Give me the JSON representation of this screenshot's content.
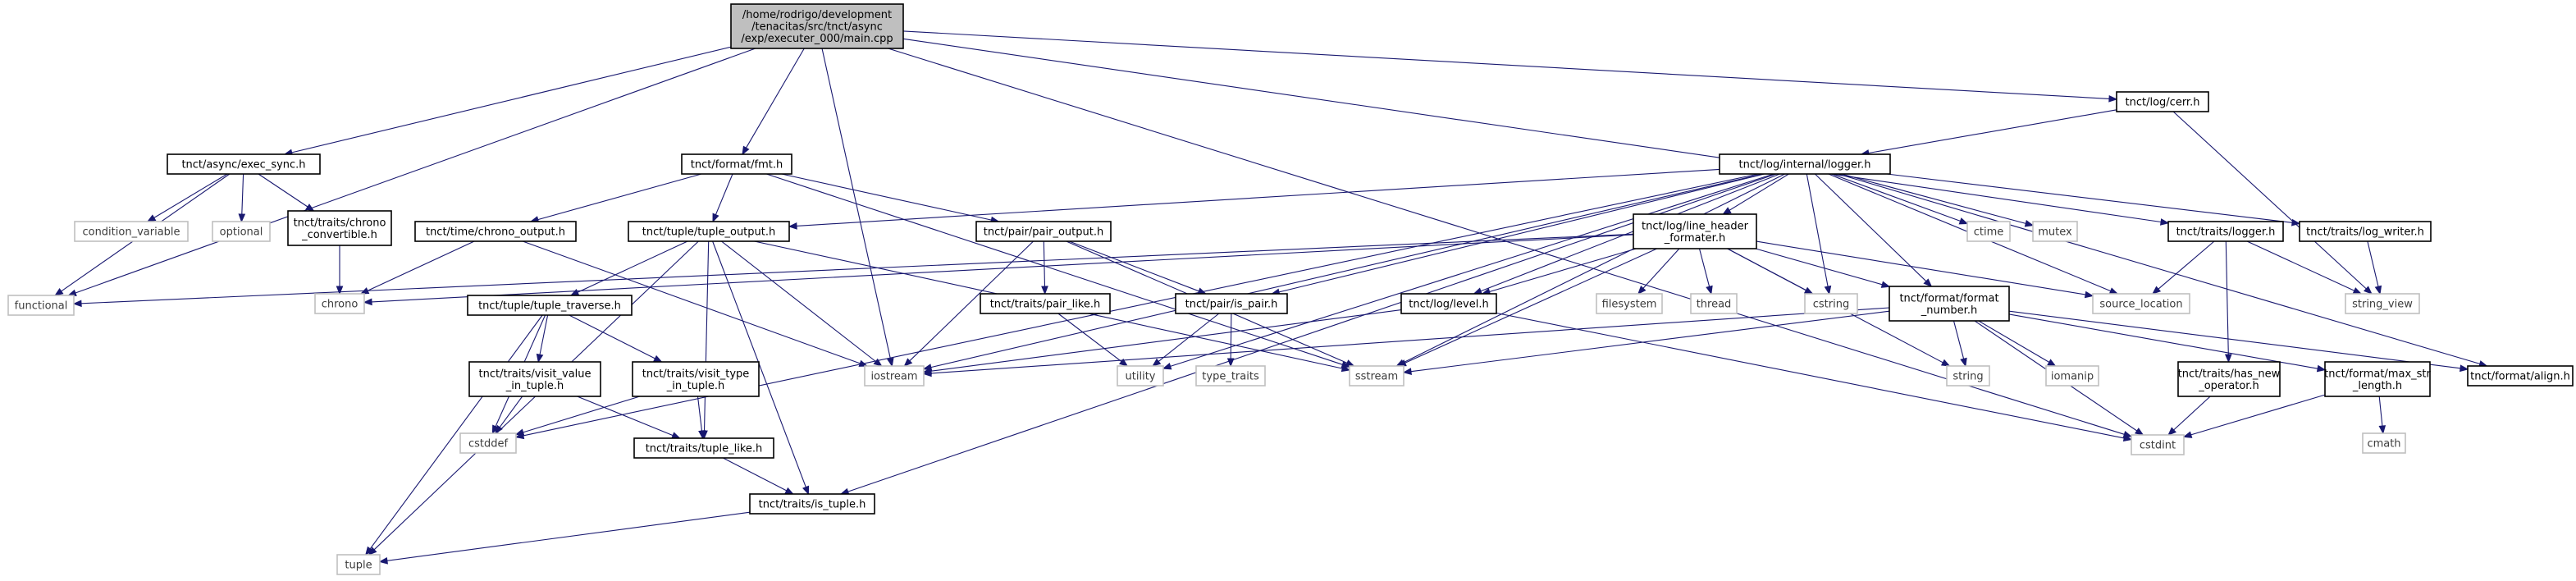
{
  "nodes": [
    {
      "id": "main",
      "lines": [
        "/home/rodrigo/development",
        "/tenacitas/src/tnct/async",
        "/exp/executer_000/main.cpp"
      ],
      "kind": "root"
    },
    {
      "id": "exec_sync",
      "lines": [
        "tnct/async/exec_sync.h"
      ],
      "kind": "proj"
    },
    {
      "id": "fmt",
      "lines": [
        "tnct/format/fmt.h"
      ],
      "kind": "proj"
    },
    {
      "id": "cerr",
      "lines": [
        "tnct/log/cerr.h"
      ],
      "kind": "proj"
    },
    {
      "id": "logger",
      "lines": [
        "tnct/log/internal/logger.h"
      ],
      "kind": "proj"
    },
    {
      "id": "trait_logger",
      "lines": [
        "tnct/traits/logger.h"
      ],
      "kind": "proj"
    },
    {
      "id": "log_writer",
      "lines": [
        "tnct/traits/log_writer.h"
      ],
      "kind": "proj"
    },
    {
      "id": "chrono_convertible",
      "lines": [
        "tnct/traits/chrono",
        "_convertible.h"
      ],
      "kind": "proj"
    },
    {
      "id": "chrono_output",
      "lines": [
        "tnct/time/chrono_output.h"
      ],
      "kind": "proj"
    },
    {
      "id": "tuple_output",
      "lines": [
        "tnct/tuple/tuple_output.h"
      ],
      "kind": "proj"
    },
    {
      "id": "pair_output",
      "lines": [
        "tnct/pair/pair_output.h"
      ],
      "kind": "proj"
    },
    {
      "id": "line_header",
      "lines": [
        "tnct/log/line_header",
        "_formater.h"
      ],
      "kind": "proj"
    },
    {
      "id": "pair_like",
      "lines": [
        "tnct/traits/pair_like.h"
      ],
      "kind": "proj"
    },
    {
      "id": "is_pair",
      "lines": [
        "tnct/pair/is_pair.h"
      ],
      "kind": "proj"
    },
    {
      "id": "level",
      "lines": [
        "tnct/log/level.h"
      ],
      "kind": "proj"
    },
    {
      "id": "format_number",
      "lines": [
        "tnct/format/format",
        "_number.h"
      ],
      "kind": "proj"
    },
    {
      "id": "tuple_traverse",
      "lines": [
        "tnct/tuple/tuple_traverse.h"
      ],
      "kind": "proj"
    },
    {
      "id": "visit_value",
      "lines": [
        "tnct/traits/visit_value",
        "_in_tuple.h"
      ],
      "kind": "proj"
    },
    {
      "id": "visit_type",
      "lines": [
        "tnct/traits/visit_type",
        "_in_tuple.h"
      ],
      "kind": "proj"
    },
    {
      "id": "tuple_like",
      "lines": [
        "tnct/traits/tuple_like.h"
      ],
      "kind": "proj"
    },
    {
      "id": "is_tuple",
      "lines": [
        "tnct/traits/is_tuple.h"
      ],
      "kind": "proj"
    },
    {
      "id": "has_new_operator",
      "lines": [
        "tnct/traits/has_new",
        "_operator.h"
      ],
      "kind": "proj"
    },
    {
      "id": "max_str_length",
      "lines": [
        "tnct/format/max_str",
        "_length.h"
      ],
      "kind": "proj"
    },
    {
      "id": "align",
      "lines": [
        "tnct/format/align.h"
      ],
      "kind": "proj"
    },
    {
      "id": "functional",
      "lines": [
        "functional"
      ],
      "kind": "sys"
    },
    {
      "id": "condition_variable",
      "lines": [
        "condition_variable"
      ],
      "kind": "sys"
    },
    {
      "id": "optional",
      "lines": [
        "optional"
      ],
      "kind": "sys"
    },
    {
      "id": "chrono",
      "lines": [
        "chrono"
      ],
      "kind": "sys"
    },
    {
      "id": "iostream",
      "lines": [
        "iostream"
      ],
      "kind": "sys"
    },
    {
      "id": "cstddef",
      "lines": [
        "cstddef"
      ],
      "kind": "sys"
    },
    {
      "id": "utility",
      "lines": [
        "utility"
      ],
      "kind": "sys"
    },
    {
      "id": "type_traits",
      "lines": [
        "type_traits"
      ],
      "kind": "sys"
    },
    {
      "id": "sstream",
      "lines": [
        "sstream"
      ],
      "kind": "sys"
    },
    {
      "id": "filesystem",
      "lines": [
        "filesystem"
      ],
      "kind": "sys"
    },
    {
      "id": "thread",
      "lines": [
        "thread"
      ],
      "kind": "sys"
    },
    {
      "id": "cstring",
      "lines": [
        "cstring"
      ],
      "kind": "sys"
    },
    {
      "id": "ctime",
      "lines": [
        "ctime"
      ],
      "kind": "sys"
    },
    {
      "id": "mutex",
      "lines": [
        "mutex"
      ],
      "kind": "sys"
    },
    {
      "id": "source_location",
      "lines": [
        "source_location"
      ],
      "kind": "sys"
    },
    {
      "id": "string_view",
      "lines": [
        "string_view"
      ],
      "kind": "sys"
    },
    {
      "id": "string",
      "lines": [
        "string"
      ],
      "kind": "sys"
    },
    {
      "id": "iomanip",
      "lines": [
        "iomanip"
      ],
      "kind": "sys"
    },
    {
      "id": "cstdint",
      "lines": [
        "cstdint"
      ],
      "kind": "sys"
    },
    {
      "id": "cmath",
      "lines": [
        "cmath"
      ],
      "kind": "sys"
    },
    {
      "id": "tuple",
      "lines": [
        "tuple"
      ],
      "kind": "sys"
    }
  ],
  "edges": [
    [
      "main",
      "functional"
    ],
    [
      "main",
      "exec_sync"
    ],
    [
      "main",
      "fmt"
    ],
    [
      "main",
      "iostream"
    ],
    [
      "main",
      "cerr"
    ],
    [
      "main",
      "cstdint"
    ],
    [
      "main",
      "trait_logger"
    ],
    [
      "exec_sync",
      "functional"
    ],
    [
      "exec_sync",
      "condition_variable"
    ],
    [
      "exec_sync",
      "optional"
    ],
    [
      "exec_sync",
      "chrono_convertible"
    ],
    [
      "chrono_convertible",
      "chrono"
    ],
    [
      "fmt",
      "chrono_output"
    ],
    [
      "fmt",
      "tuple_output"
    ],
    [
      "fmt",
      "pair_output"
    ],
    [
      "fmt",
      "sstream"
    ],
    [
      "chrono_output",
      "chrono"
    ],
    [
      "chrono_output",
      "iostream"
    ],
    [
      "tuple_output",
      "tuple_traverse"
    ],
    [
      "tuple_output",
      "iostream"
    ],
    [
      "tuple_output",
      "sstream"
    ],
    [
      "tuple_output",
      "tuple"
    ],
    [
      "tuple_output",
      "is_tuple"
    ],
    [
      "tuple_output",
      "tuple_like"
    ],
    [
      "pair_output",
      "pair_like"
    ],
    [
      "pair_output",
      "is_pair"
    ],
    [
      "pair_output",
      "iostream"
    ],
    [
      "pair_output",
      "sstream"
    ],
    [
      "pair_like",
      "utility"
    ],
    [
      "is_pair",
      "utility"
    ],
    [
      "is_pair",
      "type_traits"
    ],
    [
      "tuple_traverse",
      "visit_value"
    ],
    [
      "tuple_traverse",
      "visit_type"
    ],
    [
      "tuple_traverse",
      "cstddef"
    ],
    [
      "tuple_traverse",
      "tuple"
    ],
    [
      "visit_value",
      "tuple_like"
    ],
    [
      "visit_value",
      "cstddef"
    ],
    [
      "visit_type",
      "tuple_like"
    ],
    [
      "visit_type",
      "cstddef"
    ],
    [
      "tuple_like",
      "is_tuple"
    ],
    [
      "is_tuple",
      "tuple"
    ],
    [
      "cerr",
      "logger"
    ],
    [
      "cerr",
      "string_view"
    ],
    [
      "logger",
      "tuple_output"
    ],
    [
      "logger",
      "cstddef"
    ],
    [
      "logger",
      "line_header"
    ],
    [
      "logger",
      "is_pair"
    ],
    [
      "logger",
      "level"
    ],
    [
      "logger",
      "utility"
    ],
    [
      "logger",
      "iostream"
    ],
    [
      "logger",
      "sstream"
    ],
    [
      "logger",
      "cstring"
    ],
    [
      "logger",
      "ctime"
    ],
    [
      "logger",
      "mutex"
    ],
    [
      "logger",
      "source_location"
    ],
    [
      "logger",
      "log_writer"
    ],
    [
      "logger",
      "format_number"
    ],
    [
      "logger",
      "is_tuple"
    ],
    [
      "logger",
      "align"
    ],
    [
      "line_header",
      "functional"
    ],
    [
      "line_header",
      "chrono"
    ],
    [
      "line_header",
      "level"
    ],
    [
      "line_header",
      "filesystem"
    ],
    [
      "line_header",
      "thread"
    ],
    [
      "line_header",
      "cstring"
    ],
    [
      "line_header",
      "format_number"
    ],
    [
      "line_header",
      "source_location"
    ],
    [
      "line_header",
      "sstream"
    ],
    [
      "line_header",
      "string"
    ],
    [
      "level",
      "iostream"
    ],
    [
      "level",
      "cstdint"
    ],
    [
      "format_number",
      "iostream"
    ],
    [
      "format_number",
      "sstream"
    ],
    [
      "format_number",
      "string"
    ],
    [
      "format_number",
      "iomanip"
    ],
    [
      "format_number",
      "cstdint"
    ],
    [
      "format_number",
      "max_str_length"
    ],
    [
      "format_number",
      "align"
    ],
    [
      "max_str_length",
      "cstdint"
    ],
    [
      "max_str_length",
      "cmath"
    ],
    [
      "trait_logger",
      "source_location"
    ],
    [
      "trait_logger",
      "string_view"
    ],
    [
      "trait_logger",
      "has_new_operator"
    ],
    [
      "log_writer",
      "string_view"
    ],
    [
      "has_new_operator",
      "cstdint"
    ]
  ]
}
